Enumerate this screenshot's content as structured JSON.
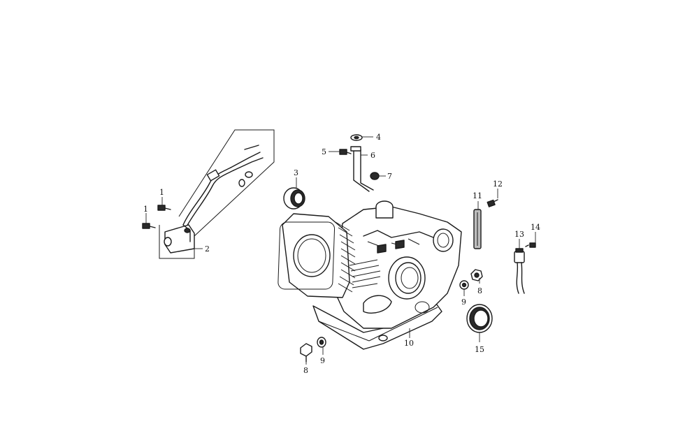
{
  "labels": [
    {
      "id": "p1a",
      "text": "1"
    },
    {
      "id": "p1b",
      "text": "1"
    },
    {
      "id": "p2",
      "text": "2"
    },
    {
      "id": "p3",
      "text": "3"
    },
    {
      "id": "p4",
      "text": "4"
    },
    {
      "id": "p5",
      "text": "5"
    },
    {
      "id": "p6",
      "text": "6"
    },
    {
      "id": "p7",
      "text": "7"
    },
    {
      "id": "p8a",
      "text": "8"
    },
    {
      "id": "p8b",
      "text": "8"
    },
    {
      "id": "p9a",
      "text": "9"
    },
    {
      "id": "p9b",
      "text": "9"
    },
    {
      "id": "p10",
      "text": "10"
    },
    {
      "id": "p11",
      "text": "11"
    },
    {
      "id": "p12",
      "text": "12"
    },
    {
      "id": "p13",
      "text": "13"
    },
    {
      "id": "p14",
      "text": "14"
    },
    {
      "id": "p15",
      "text": "15"
    }
  ]
}
